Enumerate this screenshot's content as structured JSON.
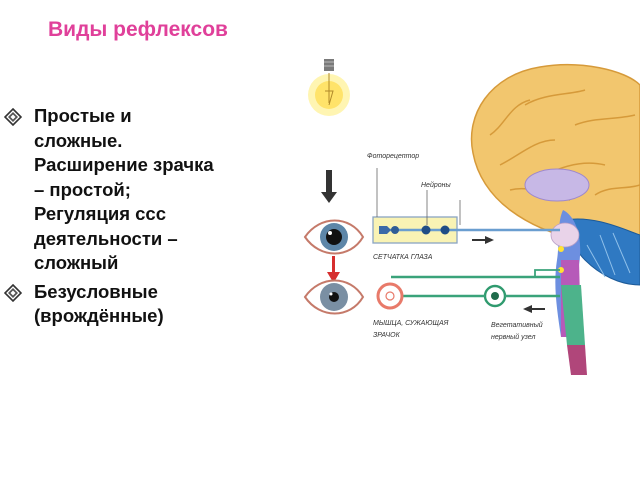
{
  "title": "Виды рефлексов",
  "bullets": [
    {
      "lines": [
        "Простые и",
        "сложные.",
        "Расширение зрачка",
        "– простой;",
        "Регуляция ссс",
        "деятельности –",
        "сложный"
      ]
    },
    {
      "lines": [
        "Безусловные",
        "(врождённые)"
      ]
    }
  ],
  "diagram": {
    "labels": {
      "photoreceptor": "Фоторецептор",
      "neurons": "Нейроны",
      "retina": "СЕТЧАТКА ГЛАЗА",
      "muscle_line1": "МЫШЦА, СУЖАЮЩАЯ",
      "muscle_line2": "ЗРАЧОК",
      "ganglion_line1": "Вегетативный",
      "ganglion_line2": "нервный узел"
    }
  }
}
